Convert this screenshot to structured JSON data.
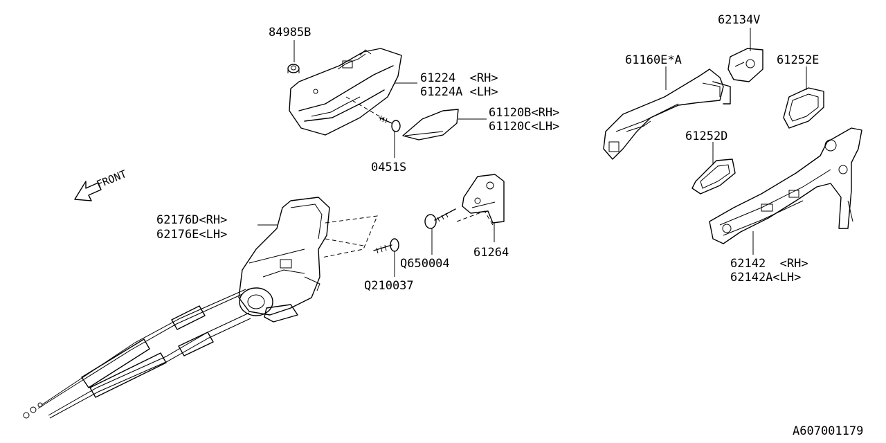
{
  "labels": {
    "p84985b": "84985B",
    "p61224_rh": "61224  <RH>",
    "p61224a_lh": "61224A <LH>",
    "p61120b_rh": "61120B<RH>",
    "p61120c_lh": "61120C<LH>",
    "p0451s": "0451S",
    "p62176d_rh": "62176D<RH>",
    "p62176e_lh": "62176E<LH>",
    "pq650004": "Q650004",
    "p61264": "61264",
    "pq210037": "Q210037",
    "p61160e": "61160E*A",
    "p62134v": "62134V",
    "p61252e": "61252E",
    "p61252d": "61252D",
    "p62142_rh": "62142  <RH>",
    "p62142a_lh": "62142A<LH>",
    "front": "FRONT",
    "diagram_code": "A607001179"
  }
}
